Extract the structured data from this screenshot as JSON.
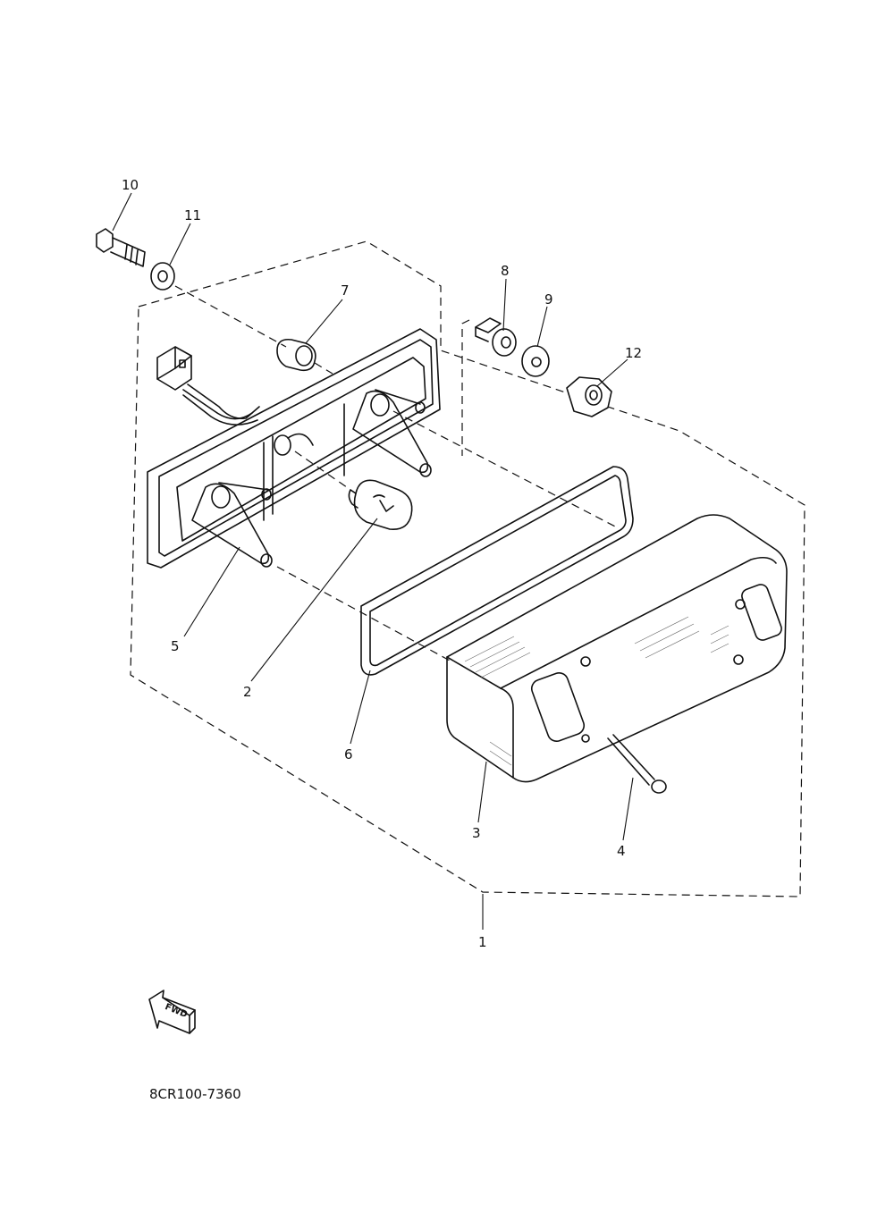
{
  "diagram": {
    "callouts": [
      {
        "id": "10",
        "label": "10"
      },
      {
        "id": "11",
        "label": "11"
      },
      {
        "id": "7",
        "label": "7"
      },
      {
        "id": "8",
        "label": "8"
      },
      {
        "id": "9",
        "label": "9"
      },
      {
        "id": "12",
        "label": "12"
      },
      {
        "id": "5",
        "label": "5"
      },
      {
        "id": "2",
        "label": "2"
      },
      {
        "id": "6",
        "label": "6"
      },
      {
        "id": "3",
        "label": "3"
      },
      {
        "id": "4",
        "label": "4"
      },
      {
        "id": "1",
        "label": "1"
      }
    ],
    "fwd_label": "FWD",
    "drawing_code": "8CR100-7360"
  }
}
